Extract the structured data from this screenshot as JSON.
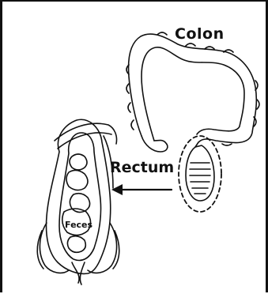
{
  "labels": {
    "colon": "Colon",
    "rectum": "Rectum",
    "feces": "Feces"
  },
  "colors": {
    "ink": "#111111",
    "background": "#ffffff"
  },
  "icons": {
    "arrow": "left-arrow-icon"
  }
}
